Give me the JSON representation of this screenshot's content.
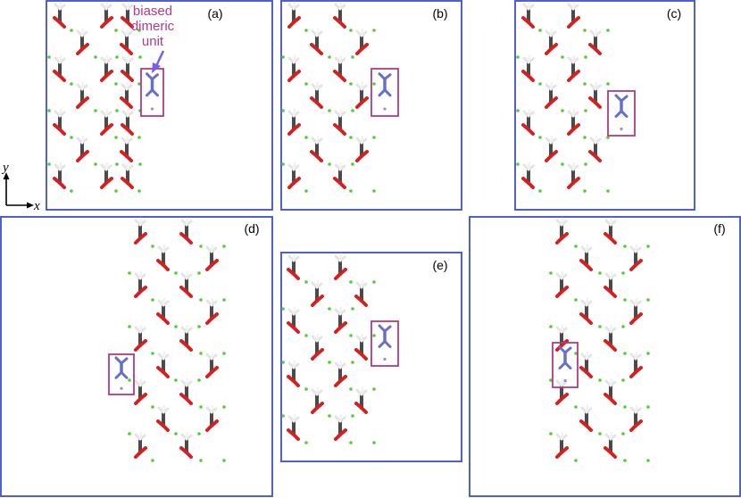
{
  "colors": {
    "frame": "#3b50c8",
    "highlight_box": "#b23a83",
    "annotation_text": "#b23a83",
    "arrow": "#7a5cf0",
    "carbon": "#4a4a4a",
    "oxygen": "#d42020",
    "hydrogen": "#e4e4e4",
    "nitrogen_unit": "#6670c8",
    "ion": "#55cc33",
    "axis": "#000000"
  },
  "panels": [
    {
      "id": "a",
      "label": "(a)",
      "has_biased_unit": true
    },
    {
      "id": "b",
      "label": "(b)",
      "has_biased_unit": true
    },
    {
      "id": "c",
      "label": "(c)",
      "has_biased_unit": true
    },
    {
      "id": "d",
      "label": "(d)",
      "has_biased_unit": true
    },
    {
      "id": "e",
      "label": "(e)",
      "has_biased_unit": true
    },
    {
      "id": "f",
      "label": "(f)",
      "has_biased_unit": true
    }
  ],
  "annotation": {
    "lines": [
      "biased",
      "dimeric",
      "unit"
    ]
  },
  "axes": {
    "y_label": "y",
    "x_label": "x"
  },
  "legend_icons": {
    "molecule": "acetate-molecule-icon",
    "ion": "ion-dot-icon",
    "unit": "dimeric-unit-icon"
  }
}
